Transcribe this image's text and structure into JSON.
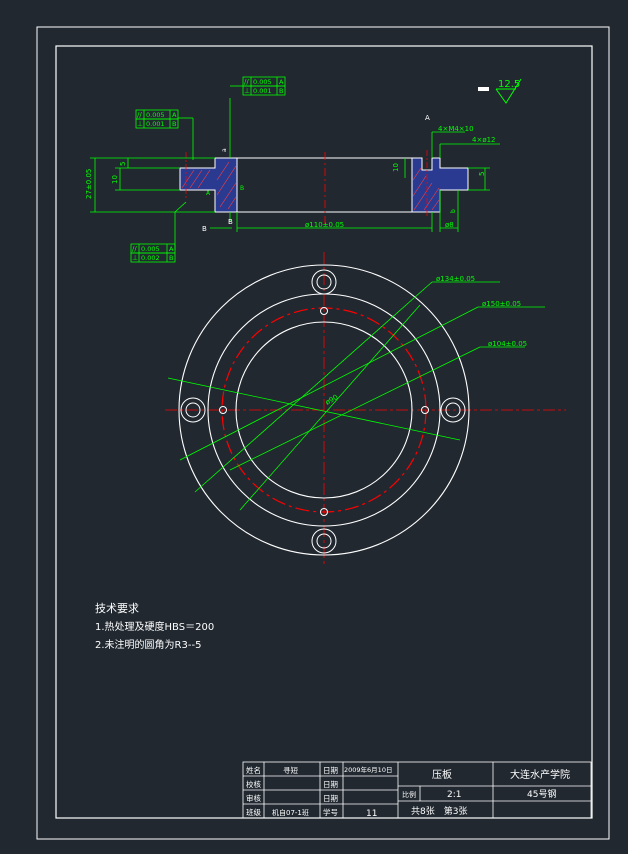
{
  "colors": {
    "background": "#212830",
    "line": "#ffffff",
    "dimension": "#00ff00",
    "centerline": "#ff0000",
    "section_fill": "#2a3a90"
  },
  "roughness": {
    "symbol": "12.5"
  },
  "tolerance_frames": {
    "top": {
      "parallel": "0.005",
      "parallel_ref": "A",
      "perp": "0.001",
      "perp_ref": "B"
    },
    "left": {
      "parallel": "0.005",
      "parallel_ref": "A",
      "perp": "0.001",
      "perp_ref": "B"
    },
    "bottom": {
      "parallel": "0.005",
      "parallel_ref": "A",
      "perp": "0.002",
      "perp_ref": "B"
    }
  },
  "section_dims": {
    "height_total": "27±0.05",
    "height_a": "10",
    "height_b": "5",
    "bore": "ø110±0.05",
    "hole_thread": "4×M4×10",
    "hole_dia": "4×ø12",
    "right_h": "10",
    "right_s": "5",
    "phi8": "ø8",
    "ra_a": "a",
    "ra_b": "b",
    "label_a": "A",
    "label_b": "B",
    "datum_b": "B"
  },
  "plan_dims": {
    "pcd": "ø134±0.05",
    "od": "ø150±0.05",
    "id_circle": "ø104±0.05",
    "center": "ø90"
  },
  "requirements": {
    "title": "技术要求",
    "item1": "1.热处理及硬度HBS＝200",
    "item2": "2.未注明的圆角为R3--5"
  },
  "title_block": {
    "name_label": "姓名",
    "name_value": "寻短",
    "date_label": "日期",
    "date_value": "2009年6月10日",
    "part_name": "压板",
    "school": "大连水产学院",
    "check_label": "校核",
    "check_date_label": "日期",
    "scale_label": "比例",
    "scale_value": "2:1",
    "material": "45号钢",
    "review_label": "审核",
    "review_date_label": "日期",
    "class_label": "班级",
    "class_value": "机自07-1班",
    "student_no_label": "学号",
    "student_no_value": "11",
    "sheets": "共8张　第3张"
  }
}
